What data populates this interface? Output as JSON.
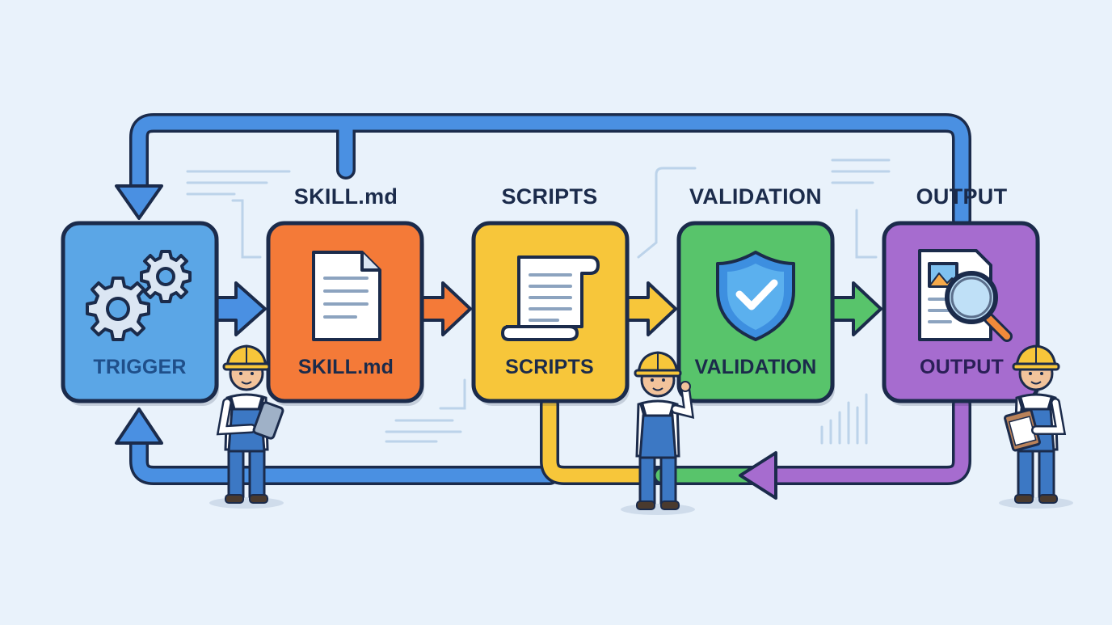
{
  "diagram": {
    "stages": [
      {
        "id": "trigger",
        "box_label": "TRIGGER",
        "title": "",
        "icon": "gears-icon",
        "fill": "#5ba6e6",
        "label_color": "#1f4f8a"
      },
      {
        "id": "skill",
        "box_label": "SKILL.md",
        "title": "SKILL.md",
        "icon": "document-icon",
        "fill": "#f47a38",
        "label_color": "#1b2b4b"
      },
      {
        "id": "scripts",
        "box_label": "SCRIPTS",
        "title": "SCRIPTS",
        "icon": "scroll-icon",
        "fill": "#f7c63a",
        "label_color": "#1b2b4b"
      },
      {
        "id": "validation",
        "box_label": "VALIDATION",
        "title": "VALIDATION",
        "icon": "shield-check-icon",
        "fill": "#58c46b",
        "label_color": "#1b2b4b"
      },
      {
        "id": "output",
        "box_label": "OUTPUT",
        "title": "OUTPUT",
        "icon": "report-magnifier-icon",
        "fill": "#a66ccf",
        "label_color": "#2a1f57"
      }
    ],
    "colors": {
      "background": "#e9f2fb",
      "outline": "#1b2b4b",
      "loop_blue": "#4a90e2",
      "loop_yellow": "#f7c63a",
      "loop_green": "#58c46b",
      "loop_purple": "#a66ccf",
      "accent_lines": "#bcd3ea"
    },
    "workers": [
      {
        "id": "worker-tablet",
        "holds": "tablet"
      },
      {
        "id": "worker-pointing",
        "holds": "none"
      },
      {
        "id": "worker-clipboard",
        "holds": "clipboard"
      }
    ]
  }
}
